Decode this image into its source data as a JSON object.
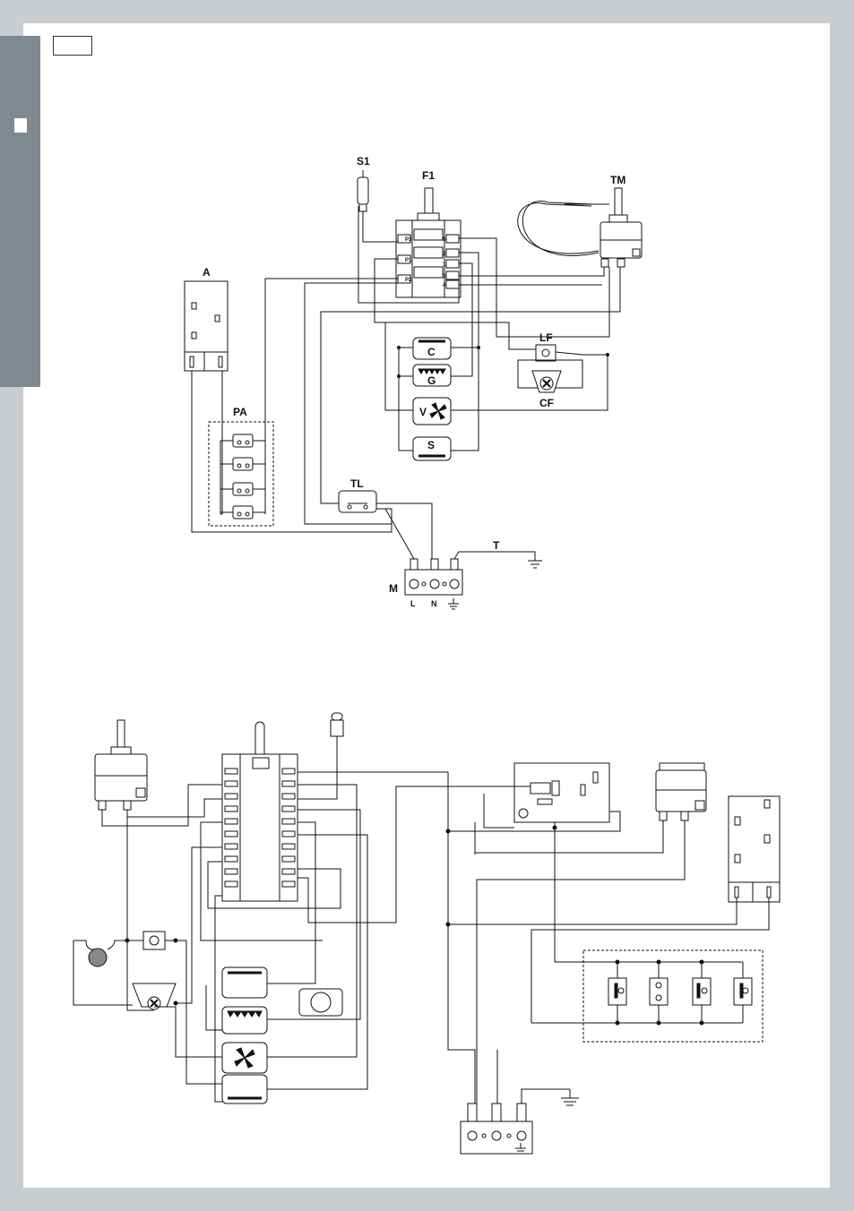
{
  "labels": {
    "S1": "S1",
    "F1": "F1",
    "TM": "TM",
    "A": "A",
    "PA": "PA",
    "LF": "LF",
    "CF": "CF",
    "C": "C",
    "G": "G",
    "V": "V",
    "S": "S",
    "TL": "TL",
    "T": "T",
    "M": "M",
    "L": "L",
    "N": "N",
    "P1": "P1",
    "P2": "P2",
    "P3": "P3",
    "t1": "1",
    "t2": "2",
    "t3": "3",
    "t4": "4",
    "t5": "5"
  },
  "colors": {
    "tab": "#7e8a90",
    "background": "#c9cdd0",
    "line": "#111111"
  }
}
